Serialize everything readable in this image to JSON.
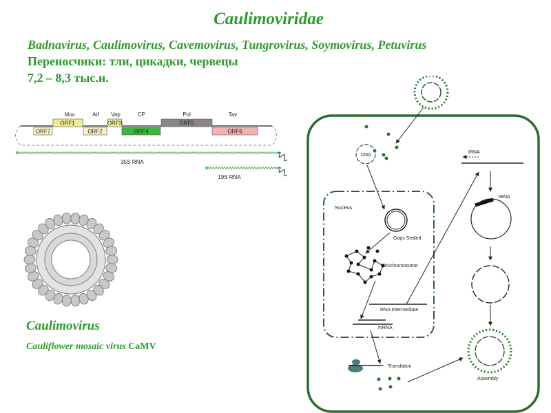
{
  "header": {
    "title": "Caulimoviridae",
    "genera": "Badnavirus, Caulimovirus, Cavemovirus, Tungrovirus, Soymovirus, Petuvirus",
    "vectors": "Переносчики: тли, цикадки, червецы",
    "genome_size": "7,2 – 8,3 тыс.н."
  },
  "genome_map": {
    "proteins": [
      "Mov",
      "Atf",
      "Vap",
      "CP",
      "Pol",
      "Tav"
    ],
    "orfs": [
      {
        "label": "ORF1",
        "color": "#f2ef8a"
      },
      {
        "label": "ORF2",
        "color": "#f7f2c8"
      },
      {
        "label": "ORF3",
        "color": "#f2ef8a"
      },
      {
        "label": "ORF4",
        "color": "#3fb53f"
      },
      {
        "label": "ORF5",
        "color": "#8c8585"
      },
      {
        "label": "ORF6",
        "color": "#f2b3b3"
      },
      {
        "label": "ORF7",
        "color": "#f7f2c8"
      }
    ],
    "rna_35s": "35S RNA",
    "rna_19s": "19S RNA"
  },
  "virion": {
    "genus": "Caulimovirus",
    "species": "Cauliflower mosaic virus",
    "abbreviation": "CaMV"
  },
  "cycle": {
    "labels": {
      "dna": "DNA",
      "nucleus": "Nucleus",
      "gaps_sealed": "Gaps Sealed",
      "minichromosome": "Minichromosome",
      "rna_intermediate": "RNA Intermediate",
      "mrna": "mRNA",
      "translation": "Translation",
      "trna1": "tRNA",
      "trna2": "tRNA",
      "assembly": "Assembly"
    },
    "colors": {
      "cell": "#2d6a2d",
      "nucleus": "#2f5a4a",
      "protein": "#1f7a2a",
      "ribosome": "#4a7d78"
    }
  }
}
